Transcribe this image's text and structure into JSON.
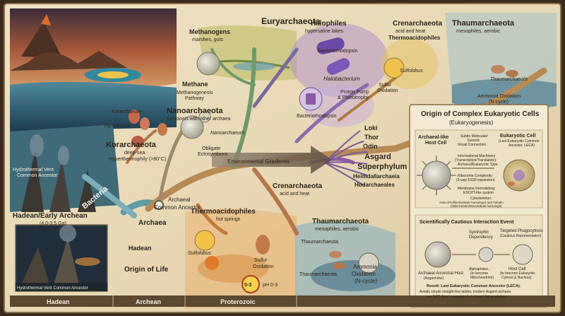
{
  "labels": {
    "euryarchaeota": "Euryarchaeota",
    "methanogens": "Methanogens",
    "methanogens_sub": "marshes, guts",
    "methane": "Methane",
    "methanogenesis": "Methanogenesis",
    "pathway": "Pathway",
    "nanoarchaeota": "Nanoarchaeota",
    "nanoarchaeota_sub": "symbiosis with other archaea",
    "nanoarchaeum": "Nanoarchaeum",
    "obligate": "Obligate",
    "ectosymbiont": "Ectosymbiont",
    "halophiles": "Halophiles",
    "halophiles_sub": "hypersaline lakes",
    "bacteriorhodopsin": "Bacteriorhodopsin",
    "halobacterium": "Halobacterium",
    "proton_pump": "Proton Pump",
    "phototrophy": "& Phototrophy",
    "bacteriorhodopsin2": "Bacteriorhodopsin",
    "crenarchaeota": "Crenarchaeota",
    "crenarchaeota_sub": "acid and heat",
    "thermoacidophiles": "Thermoacidophiles",
    "sulfolobus": "Sulfolobus",
    "sulfur": "Sulfur",
    "oxidation": "Oxidation",
    "thaumarchaeota": "Thaumarchaeota",
    "thaumarchaeota_sub": "mesophiles, aerobic",
    "thaumarchaeota_species": "Thaumarchaeota",
    "ammonia_oxidation": "Ammonia Oxidation",
    "ammonia": "Ammonia",
    "n_cycle": "(N-cycle)",
    "korarchaeum": "Korarchaeum",
    "pyrodictium": "Pyrodictium",
    "korarchaeota": "Korarchaeota",
    "deep_sea": "deep-sea",
    "hyperthermophily": "Hyperthermophily (>80°C)",
    "vent_ancestor_1": "Hydrothermal Vent",
    "vent_ancestor_2": "Common Ancestor",
    "bacteria": "Bacteria",
    "hadean_early_archean": "Hadean/Early Archean",
    "age": "(4.0-3.5 Ga):",
    "vent_caption": "Hydrothermal Vent Common Ancestor",
    "archaeal": "Archaeal",
    "common_ancestor": "Common Ancestor",
    "archaea": "Archaea",
    "hadean_mid": "Hadean",
    "origin_of_life": "Origin of Life",
    "environmental_gradients": "Environmental Gradients",
    "loki": "Loki",
    "thor": "Thor",
    "odin": "Odin",
    "asgard": "Asgard",
    "superphylum": "Superphylum",
    "heimdallarchaeia": "Heimdallarchaeia",
    "hodarchaeales": "Hodarchaeales",
    "hot_springs": "hot springs",
    "ph_badge": "0-3",
    "ph": "pH 0-3"
  },
  "panel": {
    "title": "Origin of Complex Eukaryotic Cells",
    "subtitle": "(Eukaryogenesis)",
    "archaeal_like": "Archaeal-like",
    "host_cell": "Host Cell",
    "subtle": "Subtle Molecular/",
    "genetic": "Genetic",
    "visual_connection": "Visual Connection",
    "eukaryotic_cell": "Eukaryotic Cell",
    "leca_abbrev": "(Last Eukaryotic Common",
    "ancestor_leca": "Ancestor, LECA)",
    "informational": "Informational Machinery",
    "transcription": "(Transcription/Translation):",
    "archaeal_eukaryotic_type": "Archaeal/Eukaryotic Type",
    "ribosome": "Ribosome Complexity:",
    "es39": "(3-way ES39 expansion)",
    "membrane": "Membrane Remodeling:",
    "escrt": "ESCRT-like system",
    "cytoskeleton": "Cytoskeleton:",
    "actin": "Actin (Profilin/Gelsolin homologs) and Tubulin",
    "odin_tubulin": "(OdinTubulin/Microtubule homologs)",
    "cautious_title": "Scientifically Cautious Interaction Event",
    "syntrophic": "Syntrophic",
    "dependency": "Dependency",
    "targeted": "Targeted Phagocytosis",
    "cautious_rep": "(Cautious Representation)",
    "archaeal_host": "Archaeal Ancestral Host",
    "asgard_like": "(Asgard-like)",
    "alphaproteo": "Alphaproteo...",
    "to_become": "(to become",
    "mitochondrion": "Mitochondrion)",
    "host_cell_2": "Host Cell",
    "become_eukaryotic": "(to become Eukaryotic",
    "cytosol": "Cytosol & Nucleus)",
    "result": "Result: Last Eukaryotic Common Ancestor (LECA).",
    "avoids": "Avoids simple straight-line ladder, modern Asgard archaea",
    "not_direct": "are NOT direct ancestors but closest living relatives."
  },
  "timeline": [
    "Hadean",
    "Archean",
    "Proterozoic"
  ]
}
